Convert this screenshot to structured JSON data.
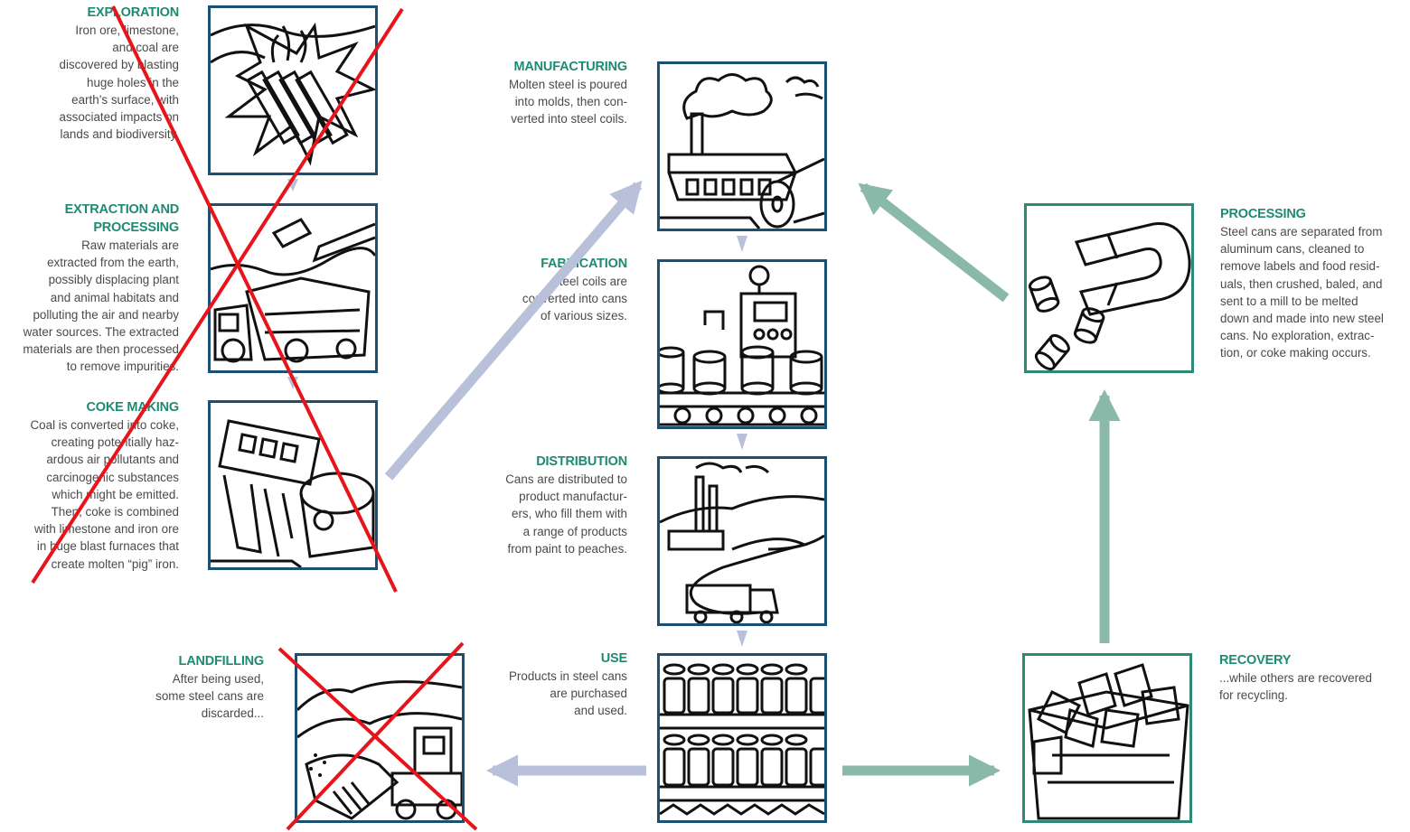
{
  "colors": {
    "title_green": "#1f8a73",
    "box_blue": "#1d4f72",
    "box_green": "#2e8a76",
    "arrow_lavender": "#b9c0d9",
    "arrow_green": "#8ab9a9",
    "cross_red": "#e8141b"
  },
  "stages": {
    "exploration": {
      "title": [
        "EXPLORATION"
      ],
      "lines": [
        "Iron ore, limestone,",
        "and coal are",
        "discovered by blasting",
        "huge holes in the",
        "earth’s surface, with",
        "associated impacts on",
        "lands and biodiversity."
      ],
      "icon": "dynamite-blast-icon"
    },
    "extraction": {
      "title": [
        "EXTRACTION AND",
        "PROCESSING"
      ],
      "lines": [
        "Raw materials are",
        "extracted from the earth,",
        "possibly displacing plant",
        "and animal habitats and",
        "polluting the air and nearby",
        "water sources. The extracted",
        "materials are then processed",
        "to remove impurities."
      ],
      "icon": "mining-truck-icon"
    },
    "coke": {
      "title": [
        "COKE MAKING"
      ],
      "lines": [
        "Coal is converted into coke,",
        "creating potentially haz-",
        "ardous air pollutants and",
        "carcinogenic substances",
        "which might be emitted.",
        "Then, coke is combined",
        "with limestone and iron ore",
        "in huge blast furnaces that",
        "create molten “pig” iron."
      ],
      "icon": "blast-furnace-icon"
    },
    "manufacturing": {
      "title": [
        "MANUFACTURING"
      ],
      "lines": [
        "Molten steel is poured",
        "into molds, then con-",
        "verted into steel coils."
      ],
      "icon": "steel-mill-icon"
    },
    "fabrication": {
      "title": [
        "FABRICATION"
      ],
      "lines": [
        "Steel coils are",
        "converted into cans",
        "of various sizes."
      ],
      "icon": "can-conveyor-icon"
    },
    "distribution": {
      "title": [
        "DISTRIBUTION"
      ],
      "lines": [
        "Cans are distributed to",
        "product manufactur-",
        "ers, who fill them with",
        "a range of products",
        "from paint to peaches."
      ],
      "icon": "delivery-truck-icon"
    },
    "use": {
      "title": [
        "USE"
      ],
      "lines": [
        "Products in steel cans",
        "are purchased",
        "and used."
      ],
      "icon": "store-shelves-icon"
    },
    "landfilling": {
      "title": [
        "LANDFILLING"
      ],
      "lines": [
        "After being used,",
        "some steel cans are",
        "discarded..."
      ],
      "icon": "landfill-bulldozer-icon"
    },
    "recovery": {
      "title": [
        "RECOVERY"
      ],
      "lines": [
        "...while others are recovered",
        "for recycling."
      ],
      "icon": "recycling-bin-icon"
    },
    "processing": {
      "title": [
        "PROCESSING"
      ],
      "lines": [
        "Steel cans are separated from",
        "aluminum cans, cleaned to",
        "remove labels and food resid-",
        "uals, then crushed, baled, and",
        "sent to a mill to be melted",
        "down and made into new steel",
        "cans. No exploration, extrac-",
        "tion, or coke making occurs."
      ],
      "icon": "magnet-icon"
    }
  }
}
